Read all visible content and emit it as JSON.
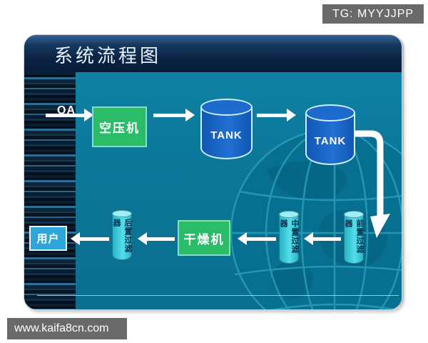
{
  "overlay": {
    "tg_badge": "TG: MYYJJPP",
    "site_badge": "www.kaifa8cn.com"
  },
  "slide": {
    "title": "系统流程图",
    "flow": {
      "source_label": "QA",
      "compressor_label": "空压机",
      "tank1_label": "TANK",
      "tank2_label": "TANK",
      "pre_filter_label": "前置过滤器",
      "mid_filter_label": "中置过滤器",
      "dryer_label": "干燥机",
      "post_filter_label": "后置过滤器",
      "user_label": "用户"
    },
    "colors": {
      "header_navy": "#0C2A4E",
      "body_teal": "#0C7899",
      "stripe_dark": "#081421",
      "machine_green": "#2ABC68",
      "tank_blue": "#1565C8",
      "filter_cyan": "#3ACCDC",
      "user_blue": "#2FA6D9",
      "arrow_white": "#FFFFFF",
      "badge_gray": "#696969",
      "footer_line": "#A5DAE6"
    }
  }
}
